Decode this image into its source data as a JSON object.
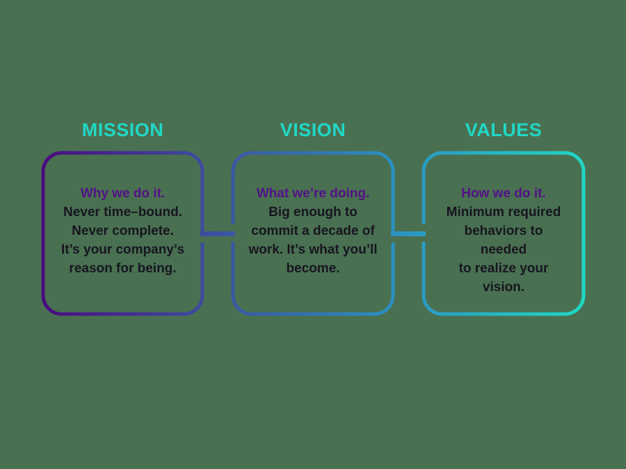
{
  "title": "Mission Vision Values diagram",
  "colors": {
    "background": "#4A7052",
    "heading_teal": "#20D8C5",
    "lead_purple": "#531287",
    "body_ink": "#16161F",
    "border_gradient": [
      "#4A0B80",
      "#3C51A2",
      "#2B93C2",
      "#20D8C5"
    ]
  },
  "columns": [
    {
      "heading": "MISSION",
      "lead": "Why we do it.",
      "body": "Never time–bound.\nNever complete.\nIt’s your company’s\nreason for being."
    },
    {
      "heading": "VISION",
      "lead": "What we’re doing.",
      "body": "Big enough to\ncommit a decade of\nwork. It’s what you’ll\nbecome."
    },
    {
      "heading": "VALUES",
      "lead": "How we do it.",
      "body": "Minimum required\nbehaviors to\nneeded\nto realize your\nvision."
    }
  ]
}
